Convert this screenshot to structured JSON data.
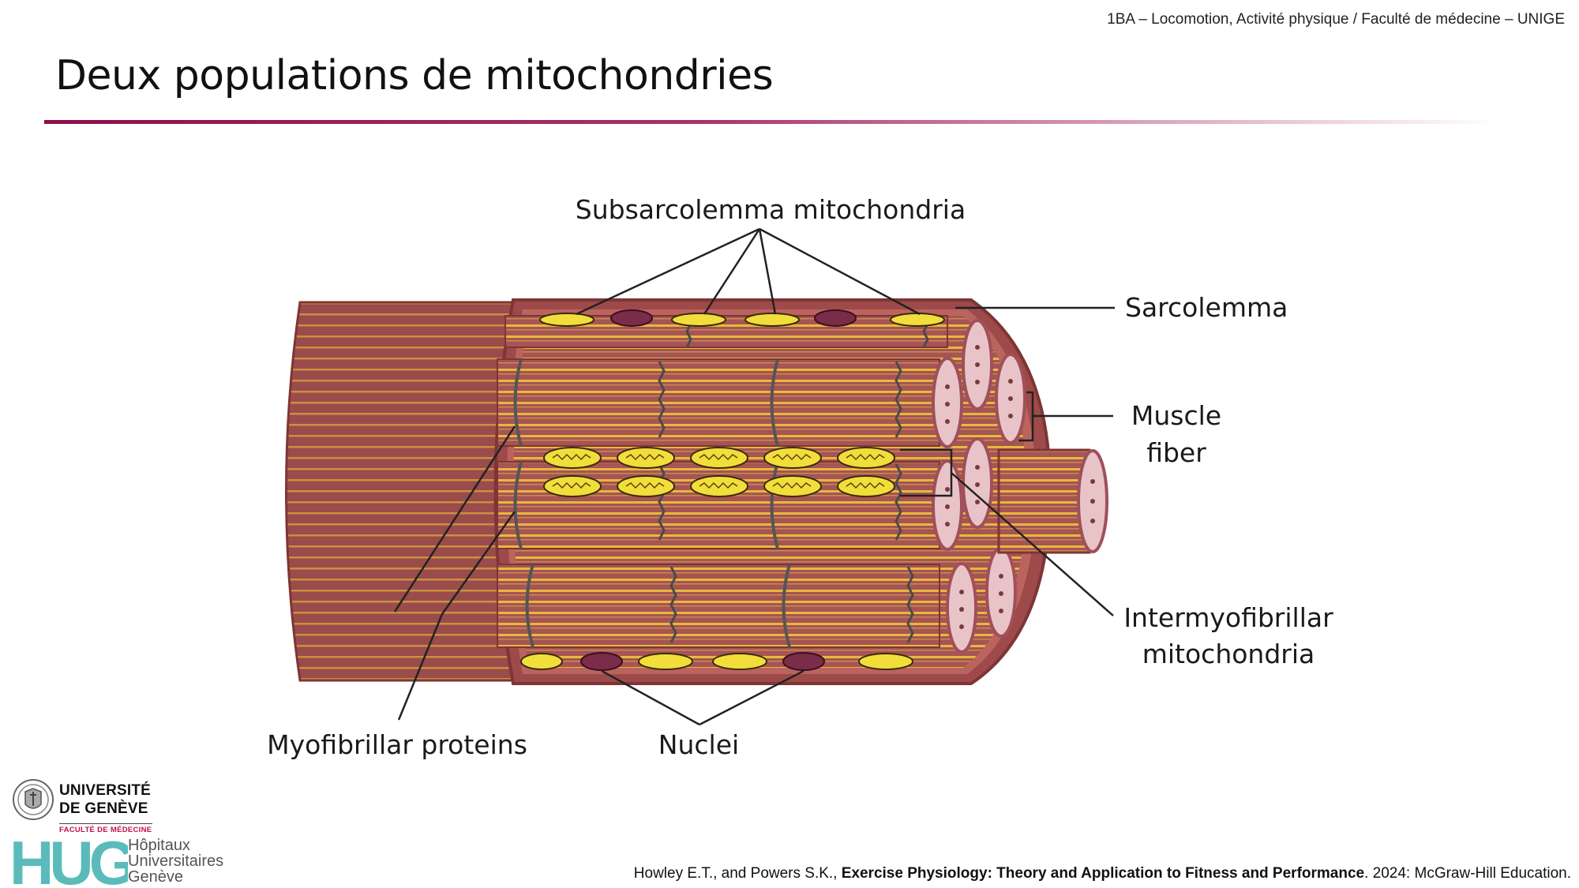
{
  "header": {
    "course": "1BA – Locomotion, Activité physique / Faculté de médecine – UNIGE"
  },
  "slide": {
    "title": "Deux populations de mitochondries"
  },
  "diagram": {
    "labels": {
      "subsarcolemma": "Subsarcolemma mitochondria",
      "sarcolemma": "Sarcolemma",
      "muscle_fiber_line1": "Muscle",
      "muscle_fiber_line2": "fiber",
      "intermyofibrillar_line1": "Intermyofibrillar",
      "intermyofibrillar_line2": "mitochondria",
      "myofibrillar_proteins": "Myofibrillar proteins",
      "nuclei": "Nuclei"
    },
    "colors": {
      "muscle": "#a65454",
      "muscle_dark": "#7e3535",
      "stripe": "#e6b93c",
      "mitochondria": "#f2de3a",
      "nucleus": "#7a2c48",
      "leader": "#222222"
    }
  },
  "citation": {
    "authors": "Howley E.T., and Powers S.K., ",
    "work": "Exercise Physiology: Theory and Application to Fitness and Performance",
    "rest": ". 2024: McGraw-Hill Education."
  },
  "logos": {
    "unige_line1": "UNIVERSITÉ",
    "unige_line2": "DE GENÈVE",
    "unige_faculty": "FACULTÉ DE MÉDECINE",
    "hug_mark": "HUG",
    "hug_line1": "Hôpitaux",
    "hug_line2": "Universitaires",
    "hug_line3": "Genève"
  }
}
